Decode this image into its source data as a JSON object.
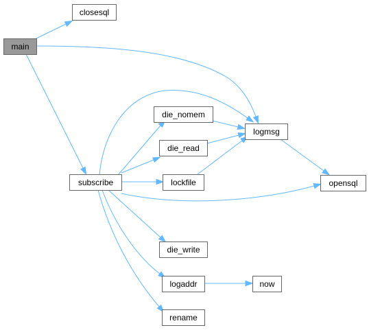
{
  "graph": {
    "edge_color": "#63b8ff",
    "root_fill": "#999999",
    "node_border": "#666666",
    "nodes": {
      "main": {
        "label": "main",
        "root": true
      },
      "closesql": {
        "label": "closesql"
      },
      "logmsg": {
        "label": "logmsg"
      },
      "subscribe": {
        "label": "subscribe"
      },
      "die_nomem": {
        "label": "die_nomem"
      },
      "die_read": {
        "label": "die_read"
      },
      "lockfile": {
        "label": "lockfile"
      },
      "opensql": {
        "label": "opensql"
      },
      "die_write": {
        "label": "die_write"
      },
      "logaddr": {
        "label": "logaddr"
      },
      "now": {
        "label": "now"
      },
      "rename": {
        "label": "rename"
      }
    },
    "edges": [
      {
        "from": "main",
        "to": "closesql"
      },
      {
        "from": "main",
        "to": "logmsg"
      },
      {
        "from": "main",
        "to": "subscribe"
      },
      {
        "from": "subscribe",
        "to": "logmsg"
      },
      {
        "from": "subscribe",
        "to": "die_nomem"
      },
      {
        "from": "subscribe",
        "to": "die_read"
      },
      {
        "from": "subscribe",
        "to": "lockfile"
      },
      {
        "from": "subscribe",
        "to": "opensql"
      },
      {
        "from": "subscribe",
        "to": "die_write"
      },
      {
        "from": "subscribe",
        "to": "logaddr"
      },
      {
        "from": "subscribe",
        "to": "rename"
      },
      {
        "from": "die_nomem",
        "to": "logmsg"
      },
      {
        "from": "die_read",
        "to": "logmsg"
      },
      {
        "from": "lockfile",
        "to": "logmsg"
      },
      {
        "from": "logmsg",
        "to": "opensql"
      },
      {
        "from": "logaddr",
        "to": "now"
      }
    ]
  }
}
